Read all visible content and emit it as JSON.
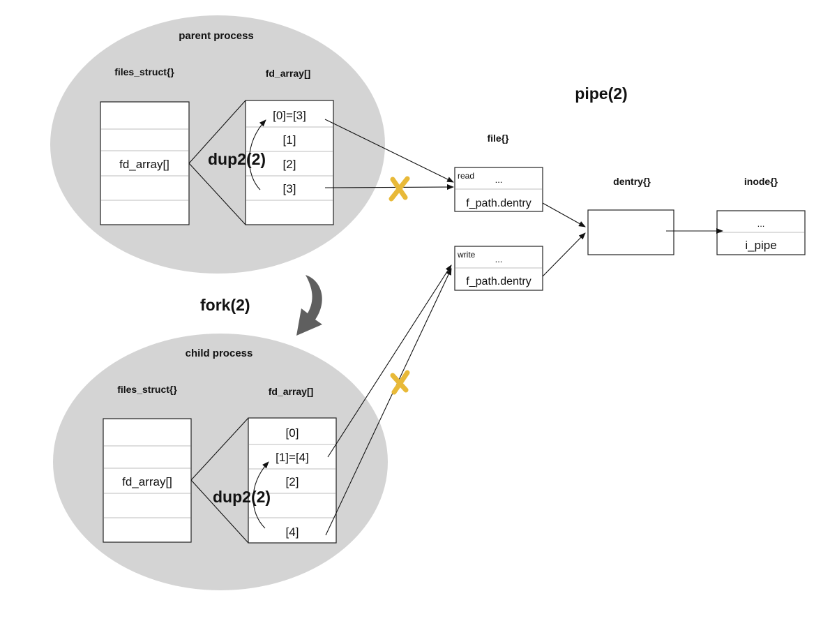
{
  "colors": {
    "ellipse_fill": "#d4d4d4",
    "fork_arrow": "#5f5f5f",
    "cross_mark": "#e8b938",
    "box_stroke": "#222222"
  },
  "parent": {
    "title": "parent process",
    "files_struct_label": "files_struct{}",
    "fd_array_label": "fd_array[]",
    "files_struct_cell": "fd_array[]",
    "fd_cells": [
      "[0]=[3]",
      "[1]",
      "[2]",
      "[3]"
    ],
    "dup_label": "dup2(2)"
  },
  "fork_label": "fork(2)",
  "child": {
    "title": "child process",
    "files_struct_label": "files_struct{}",
    "fd_array_label": "fd_array[]",
    "files_struct_cell": "fd_array[]",
    "fd_cells": [
      "[0]",
      "[1]=[4]",
      "[2]",
      "[4]"
    ],
    "dup_label": "dup2(2)"
  },
  "pipe_label": "pipe(2)",
  "file_label": "file{}",
  "file_read": {
    "mode": "read",
    "dots": "...",
    "field": "f_path.dentry"
  },
  "file_write": {
    "mode": "write",
    "dots": "...",
    "field": "f_path.dentry"
  },
  "dentry_label": "dentry{}",
  "inode_label": "inode{}",
  "inode": {
    "dots": "...",
    "field": "i_pipe"
  }
}
